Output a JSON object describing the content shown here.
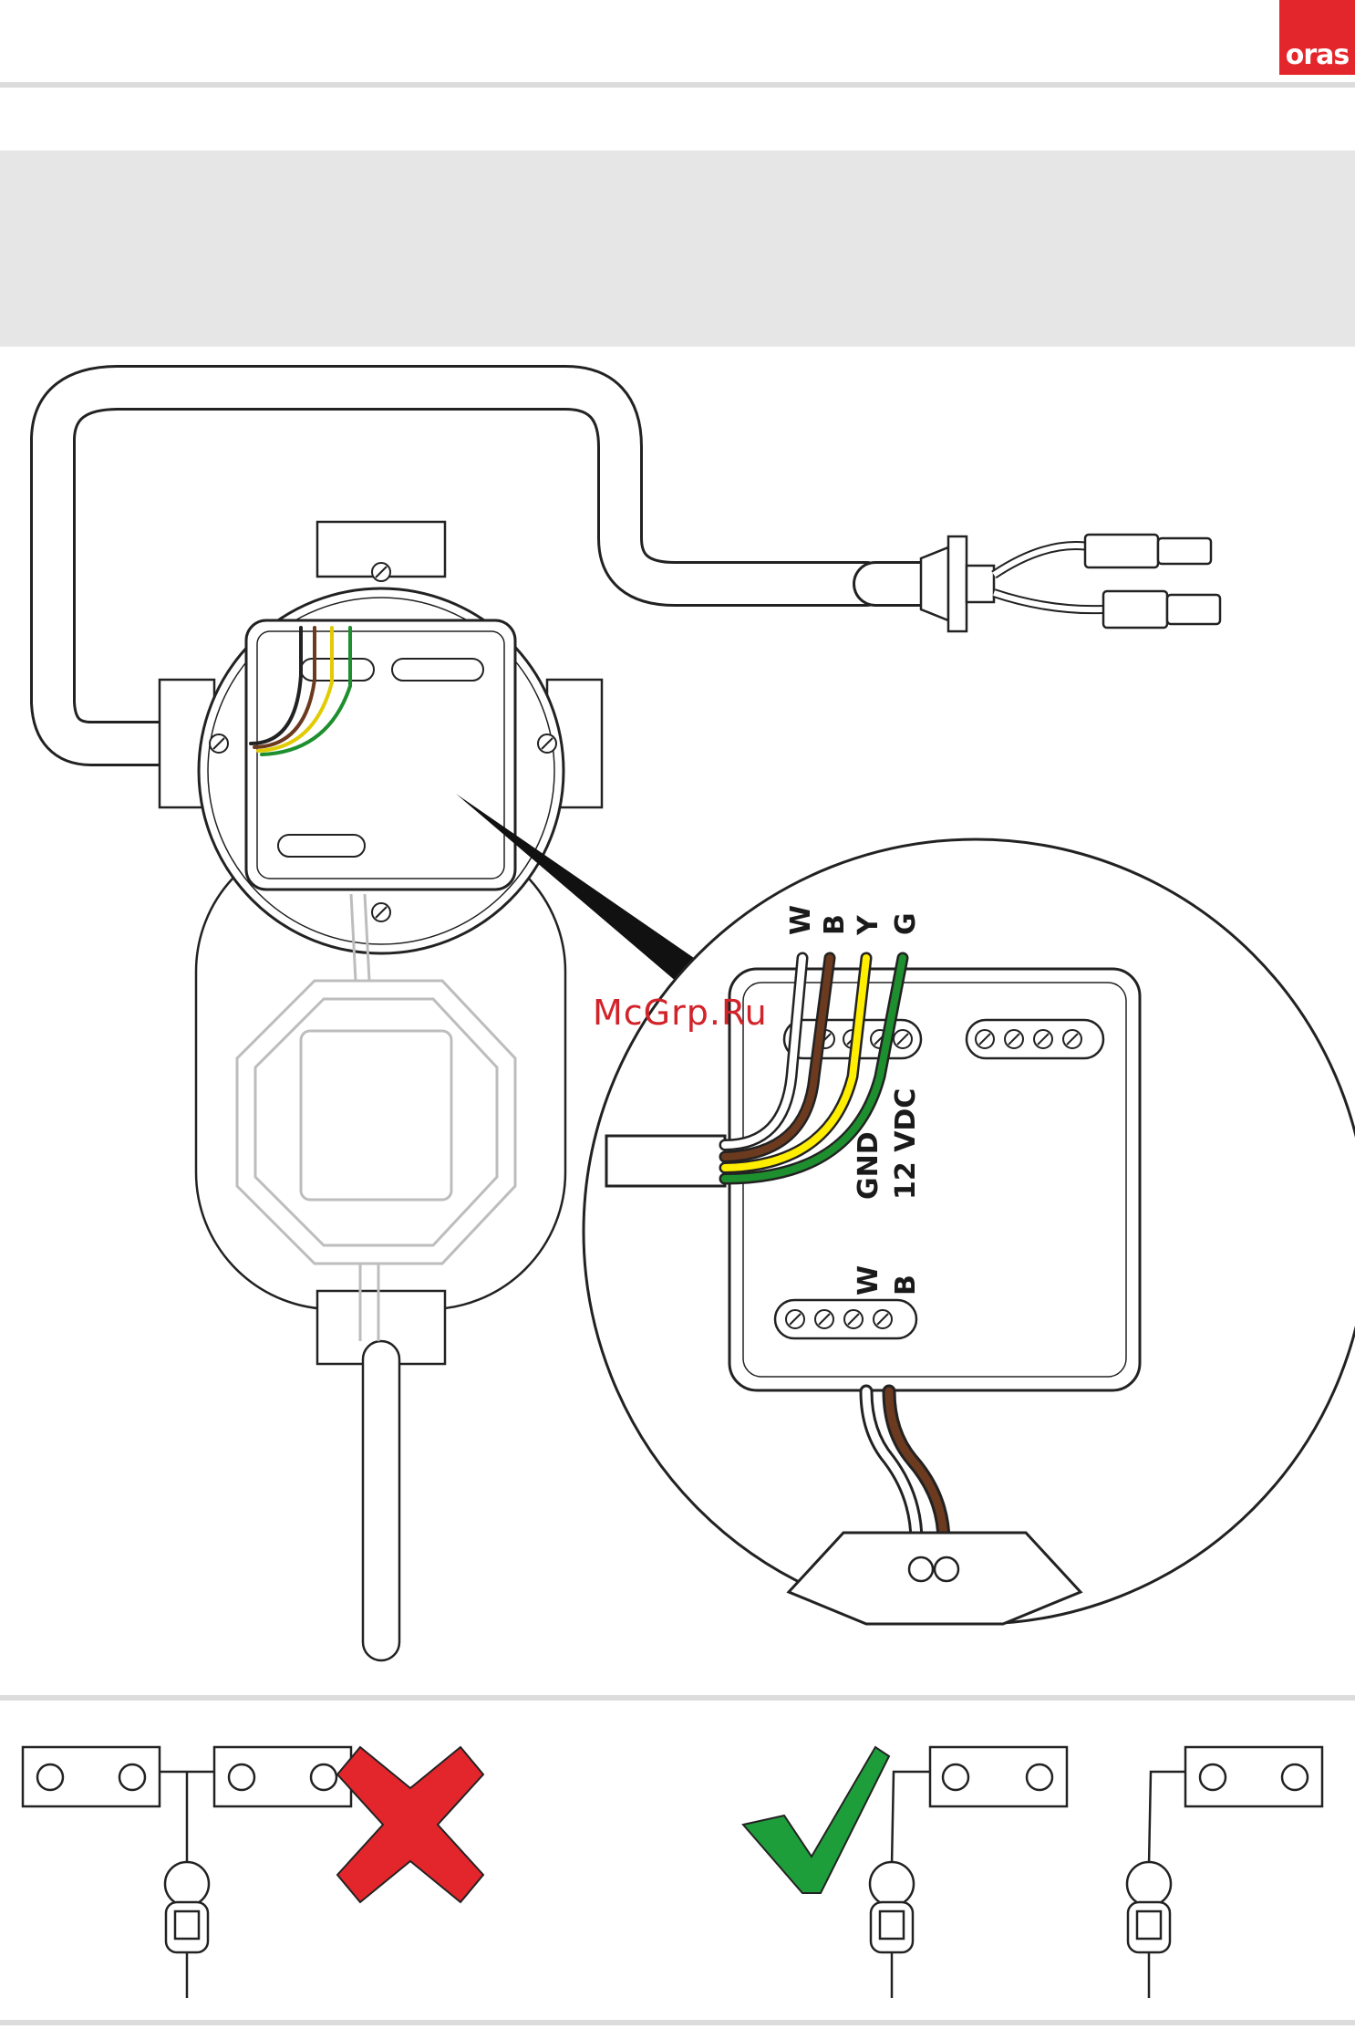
{
  "brand": {
    "logo_text": "oras",
    "accent": "#e3262b"
  },
  "watermark": "McGrp.Ru",
  "terminal_labels": {
    "top_wires": [
      "W",
      "B",
      "Y",
      "G"
    ],
    "side_gnd": "GND",
    "side_vdc": "12 VDC",
    "bottom_wires": [
      "W",
      "B"
    ]
  },
  "wire_colors": {
    "W": "#ffffff",
    "B": "#6b3a1f",
    "Y": "#ffee00",
    "G": "#1e8f2e"
  },
  "examples": [
    {
      "mark": "cross-icon",
      "meaning": "incorrect",
      "color": "#e3262b"
    },
    {
      "mark": "check-icon",
      "meaning": "correct",
      "color": "#1e9e3a"
    }
  ]
}
